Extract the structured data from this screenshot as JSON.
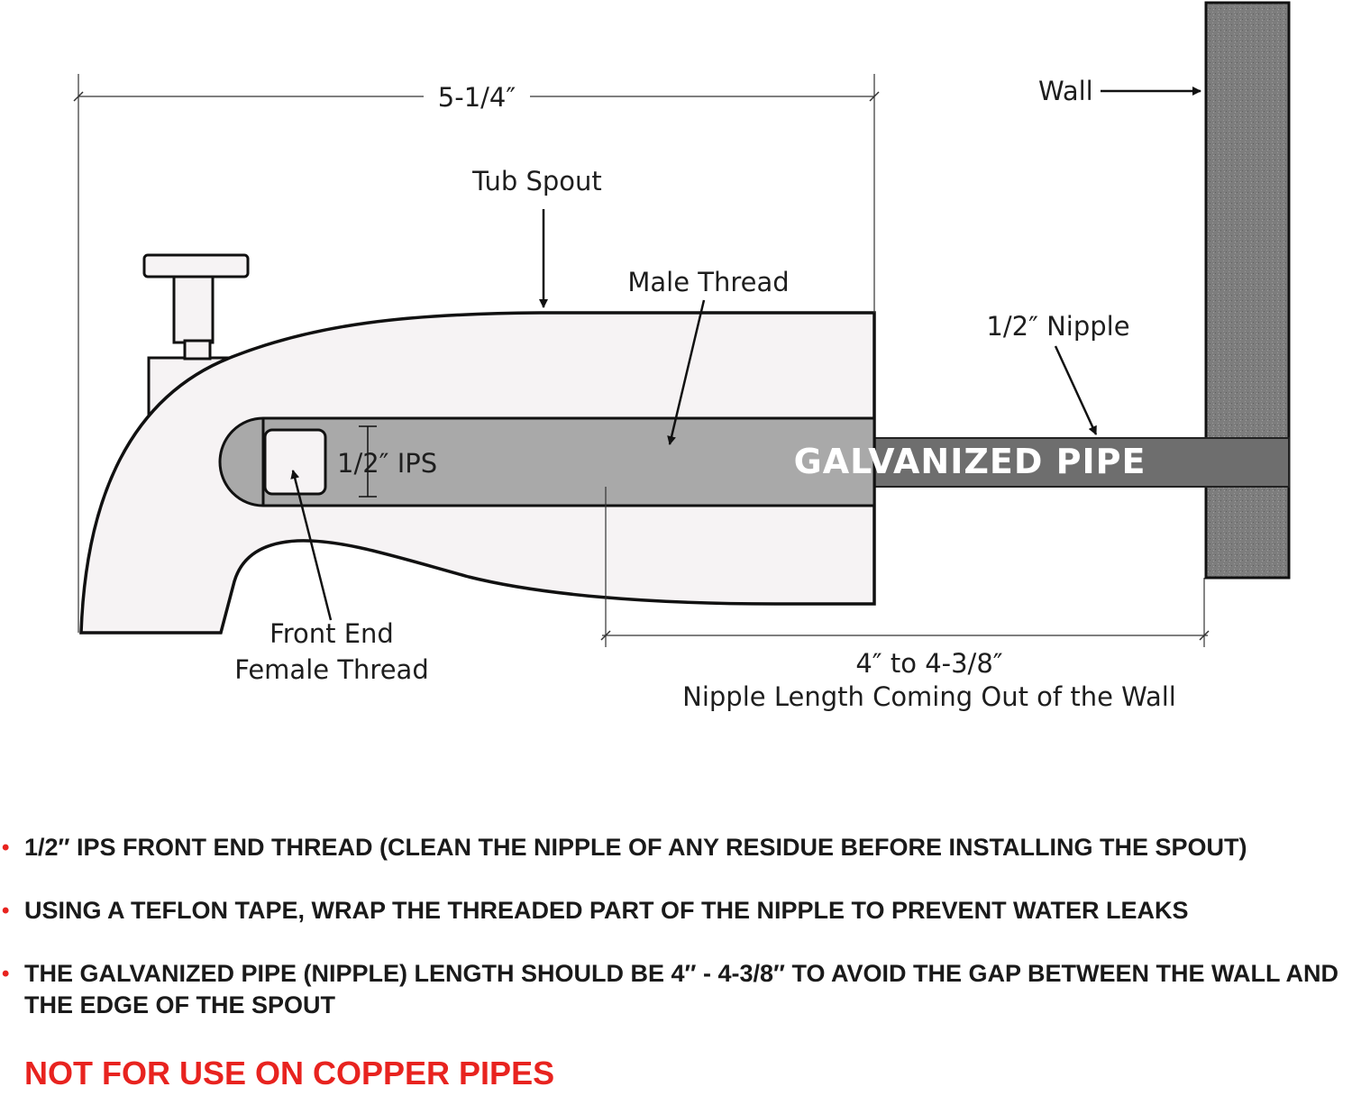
{
  "diagram": {
    "labels": {
      "overall_length": "5-1/4″",
      "wall": "Wall",
      "tub_spout": "Tub Spout",
      "male_thread": "Male Thread",
      "nipple": "1/2″ Nipple",
      "ips": "1/2″ IPS",
      "pipe": "GALVANIZED PIPE",
      "front_end_line1": "Front End",
      "front_end_line2": "Female Thread",
      "nipple_length_line1": "4″ to 4-3/8″",
      "nipple_length_line2": "Nipple Length Coming Out of the Wall"
    }
  },
  "notes": {
    "items": [
      "1/2″ IPS FRONT END THREAD (CLEAN THE NIPPLE OF ANY RESIDUE BEFORE INSTALLING THE SPOUT)",
      "USING A TEFLON TAPE, WRAP THE THREADED PART OF THE NIPPLE TO PREVENT WATER LEAKS",
      "THE GALVANIZED PIPE (NIPPLE) LENGTH SHOULD BE 4″ - 4-3/8″ TO AVOID THE GAP BETWEEN THE WALL AND THE EDGE OF THE SPOUT"
    ],
    "warning": "NOT FOR USE ON COPPER PIPES"
  },
  "colors": {
    "warning_red": "#e8231f",
    "wall_gray": "#7a7a7a",
    "pipe_gray": "#6e6e6e",
    "spout_fill": "#f6f3f4",
    "bore_fill": "#a9a9a9"
  }
}
